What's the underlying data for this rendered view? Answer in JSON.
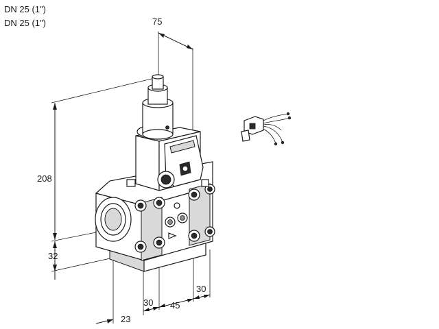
{
  "header": {
    "line1": "DN 25 (1\")",
    "line2": "DN 25 (1\")"
  },
  "dimensions": {
    "top_width": "75",
    "height": "208",
    "base_height": "32",
    "depth": "23",
    "flange_left": "30",
    "center": "45",
    "flange_right": "30"
  }
}
